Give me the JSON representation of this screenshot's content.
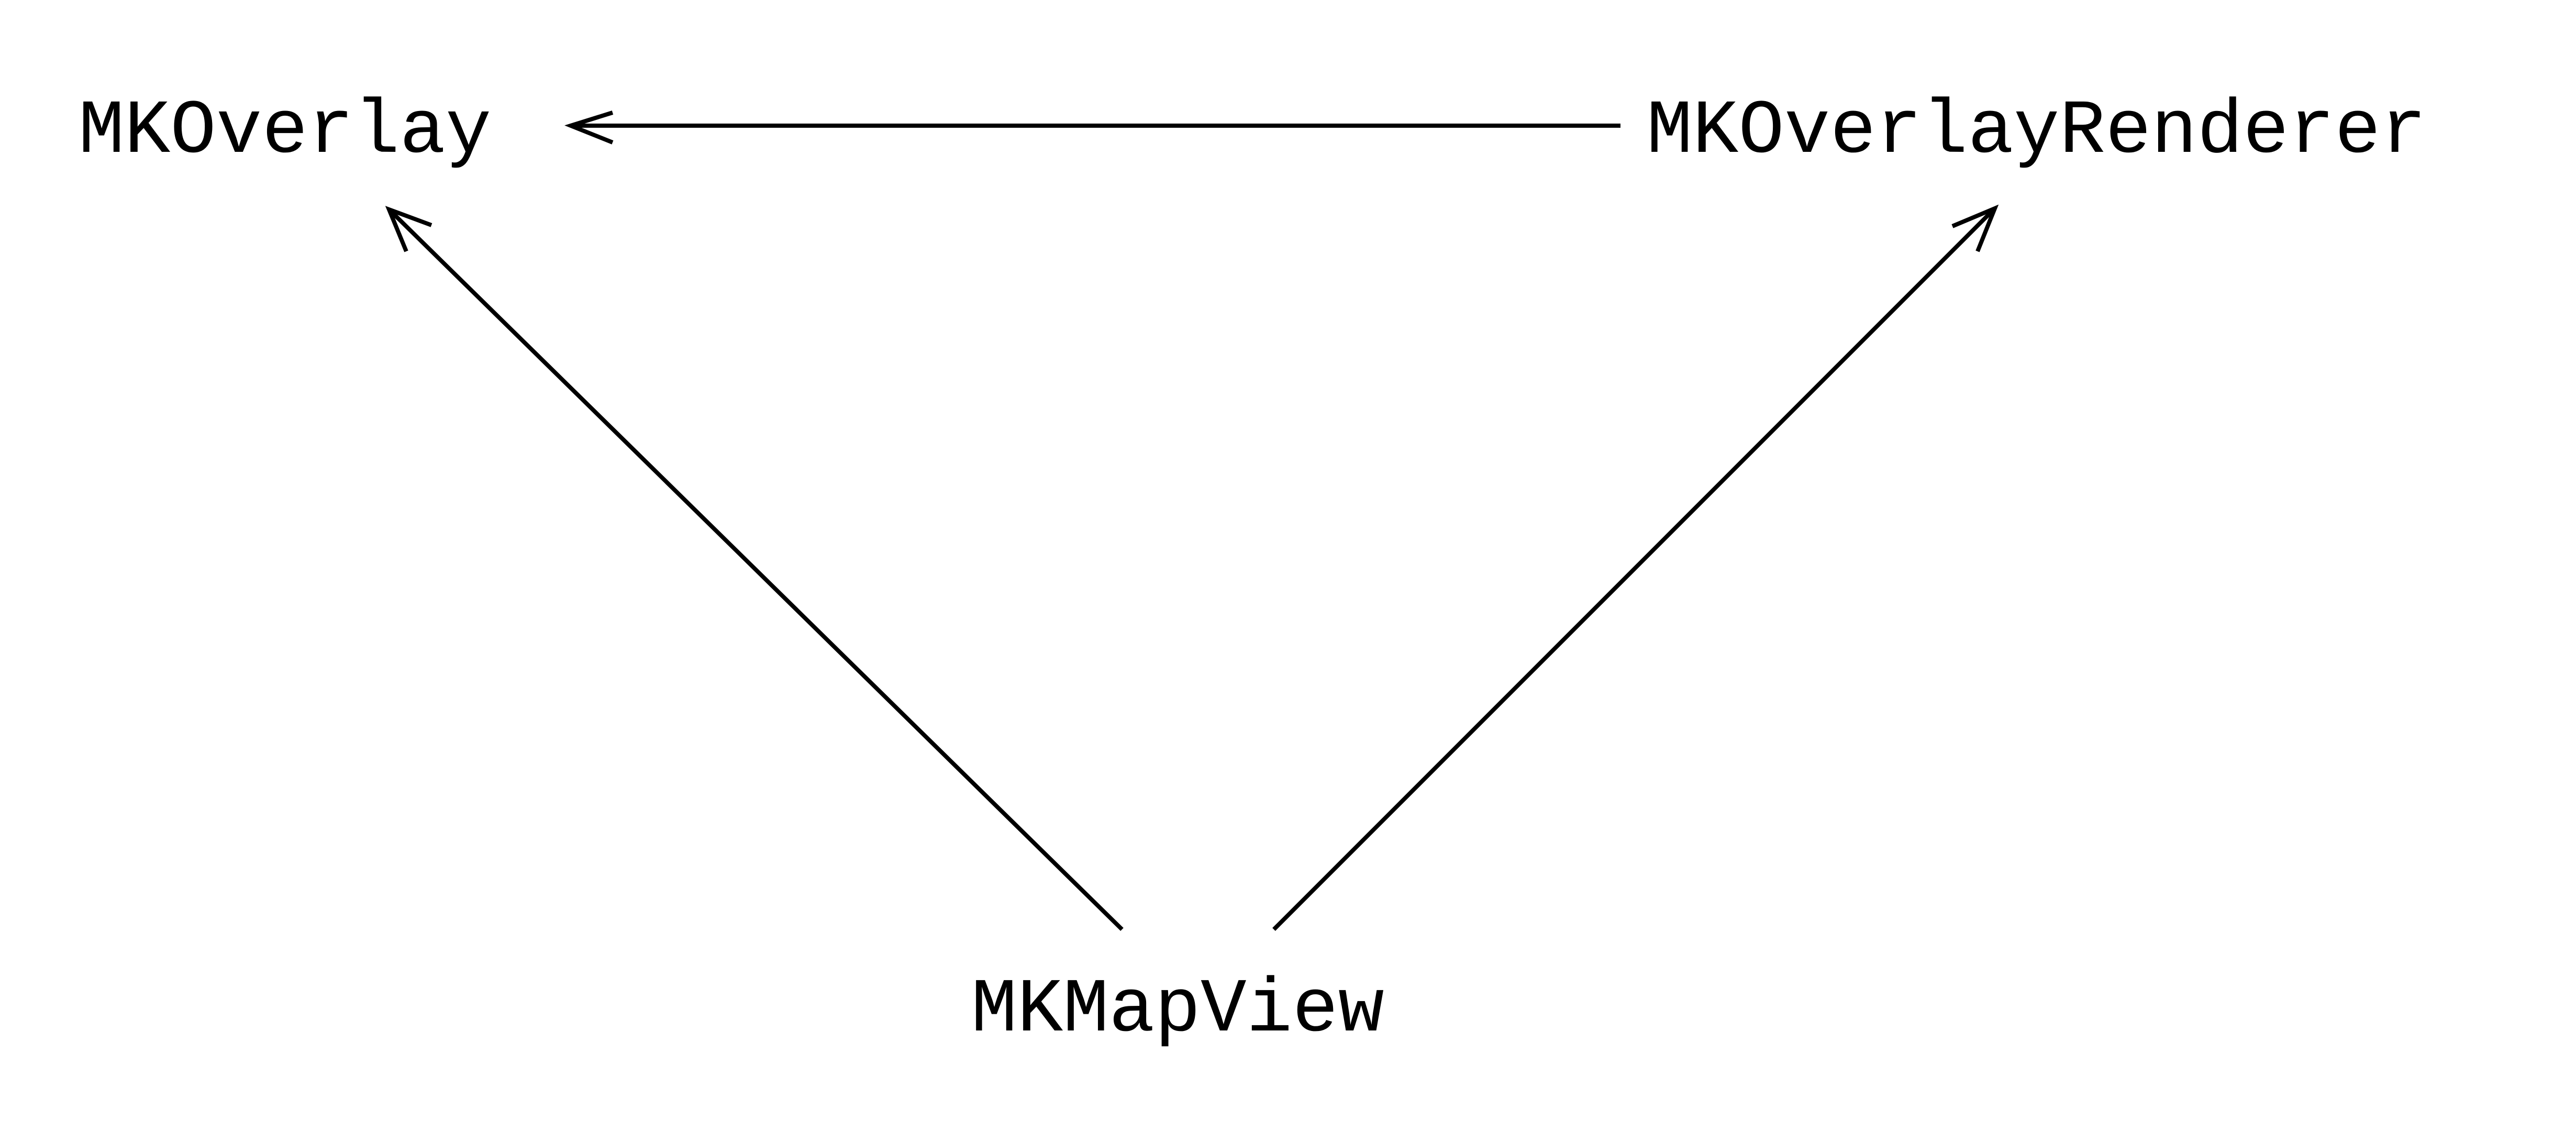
{
  "diagram": {
    "nodes": {
      "overlay": {
        "label": "MKOverlay"
      },
      "renderer": {
        "label": "MKOverlayRenderer"
      },
      "mapview": {
        "label": "MKMapView"
      }
    },
    "edges": [
      {
        "from": "MKOverlayRenderer",
        "to": "MKOverlay"
      },
      {
        "from": "MKMapView",
        "to": "MKOverlay"
      },
      {
        "from": "MKMapView",
        "to": "MKOverlayRenderer"
      }
    ],
    "colors": {
      "background": "#ffffff",
      "stroke": "#000000",
      "text": "#000000"
    }
  }
}
